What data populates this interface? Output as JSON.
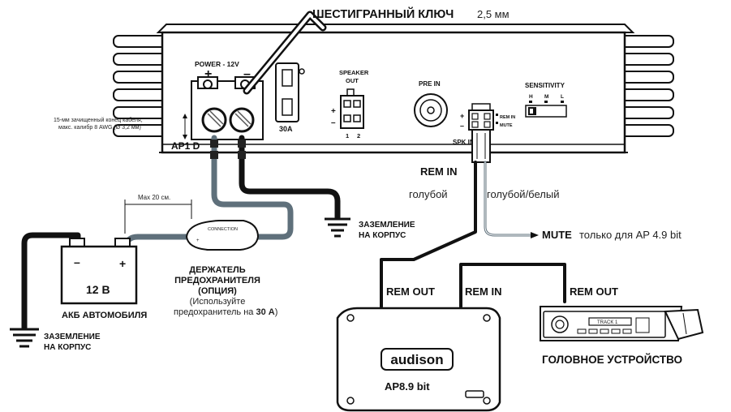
{
  "hex_key": {
    "title": "ШЕСТИГРАННЫЙ КЛЮЧ",
    "size": "2,5 мм"
  },
  "amp_panel": {
    "power_label": "POWER - 12V",
    "plus": "+",
    "minus": "–",
    "fuse": "30A",
    "speaker_out": [
      "SPEAKER",
      "OUT"
    ],
    "speaker_pins": [
      "1",
      "2"
    ],
    "pre_in": "PRE IN",
    "sensitivity": "SENSITIVITY",
    "sens_levels": [
      "H",
      "M",
      "L"
    ],
    "spk_in": "SPK IN",
    "rem_in_small": "REM IN",
    "mute_small": "MUTE",
    "model": "AP1 D"
  },
  "cable_note": [
    "15-мм зачищенный конец кабеля,",
    "макс. калибр 8 AWG (Ø 3,2 мм)"
  ],
  "rem_in": {
    "title": "REM IN",
    "left_wire": "голубой",
    "right_wire": "голубой/белый"
  },
  "mute": {
    "title": "MUTE",
    "note": "только для AP 4.9 bit"
  },
  "ground_top": [
    "ЗАЗЕМЛЕНИЕ",
    "НА КОРПУС"
  ],
  "ground_bottom": [
    "ЗАЗЕМЛЕНИЕ",
    "НА КОРПУС"
  ],
  "max_length": "Max 20 см.",
  "fuse_holder": {
    "title": [
      "ДЕРЖАТЕЛЬ",
      "ПРЕДОХРАНИТЕЛЯ",
      "(ОПЦИЯ)"
    ],
    "note1": "(Используйте",
    "note2": "предохранитель на",
    "note_value": "30 А",
    "note_end": ")",
    "brand": "CONNECTION"
  },
  "battery": {
    "label": "12 В",
    "caption": "АКБ АВТОМОБИЛЯ",
    "plus": "+",
    "minus": "–"
  },
  "rem_out_left": "REM OUT",
  "rem_in_mid": "REM IN",
  "rem_out_right": "REM OUT",
  "processor": {
    "brand": "audison",
    "model": "AP8.9 bit"
  },
  "head_unit": {
    "caption": "ГОЛОВНОЕ УСТРОЙСТВО",
    "display": "TRACK 1"
  }
}
